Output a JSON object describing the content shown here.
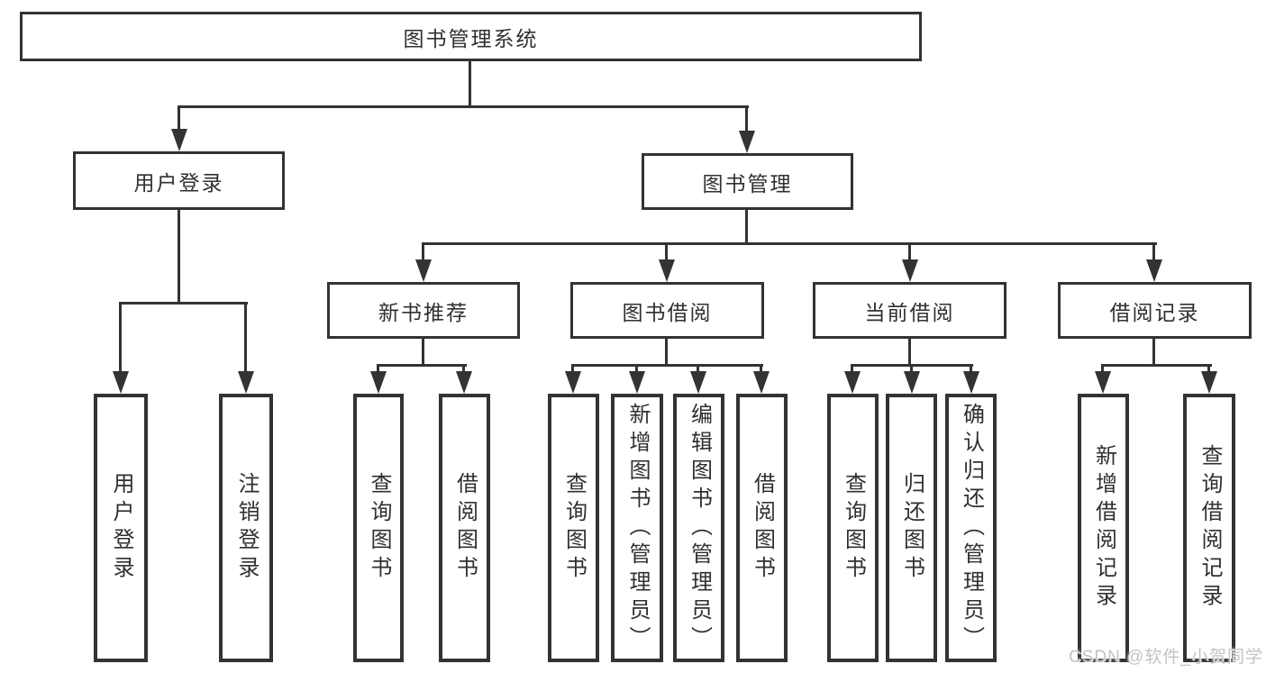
{
  "tree": {
    "root": {
      "label": "图书管理系统"
    },
    "user_login": {
      "label": "用户登录",
      "children": [
        {
          "label": "用户登录"
        },
        {
          "label": "注销登录"
        }
      ]
    },
    "book_management": {
      "label": "图书管理",
      "modules": [
        {
          "label": "新书推荐",
          "children": [
            {
              "label": "查询图书"
            },
            {
              "label": "借阅图书"
            }
          ]
        },
        {
          "label": "图书借阅",
          "children": [
            {
              "label": "查询图书"
            },
            {
              "label": "新增图书（管理员）"
            },
            {
              "label": "编辑图书（管理员）"
            },
            {
              "label": "借阅图书"
            }
          ]
        },
        {
          "label": "当前借阅",
          "children": [
            {
              "label": "查询图书"
            },
            {
              "label": "归还图书"
            },
            {
              "label": "确认归还（管理员）"
            }
          ]
        },
        {
          "label": "借阅记录",
          "children": [
            {
              "label": "新增借阅记录"
            },
            {
              "label": "查询借阅记录"
            }
          ]
        }
      ]
    }
  },
  "watermark": {
    "text": "CSDN @软件_小贺同学"
  },
  "colors": {
    "line": "#333333",
    "text": "#303030",
    "background": "#ffffff",
    "watermark": "#c3c3c3"
  }
}
